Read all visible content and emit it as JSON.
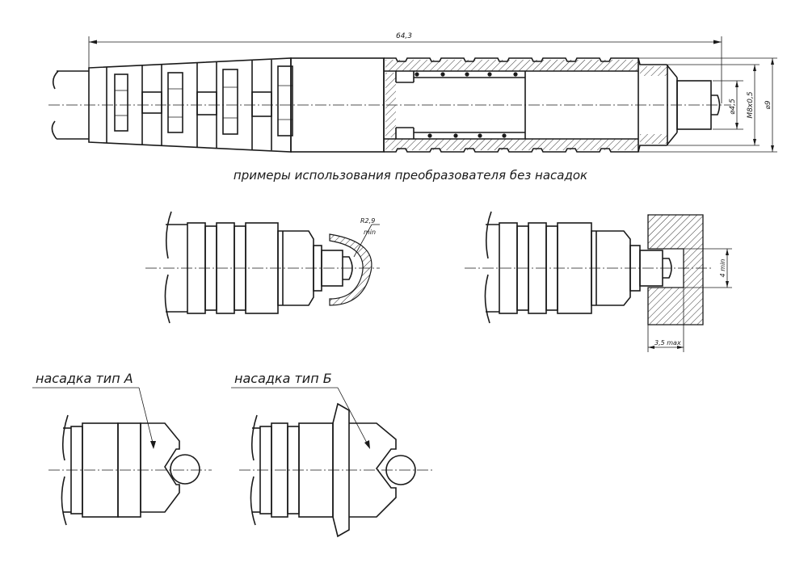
{
  "caption": "примеры использования преобразователя без насадок",
  "dimensions": {
    "length": "64,3",
    "bore": "⌀4,5",
    "thread": "M8x0,5",
    "outer": "⌀9",
    "radius": "R2,9",
    "radius_note": "min",
    "depth": "4 min",
    "width": "3,5 max"
  },
  "labels": {
    "tip_a": "насадка тип А",
    "tip_b": "насадка тип Б"
  }
}
